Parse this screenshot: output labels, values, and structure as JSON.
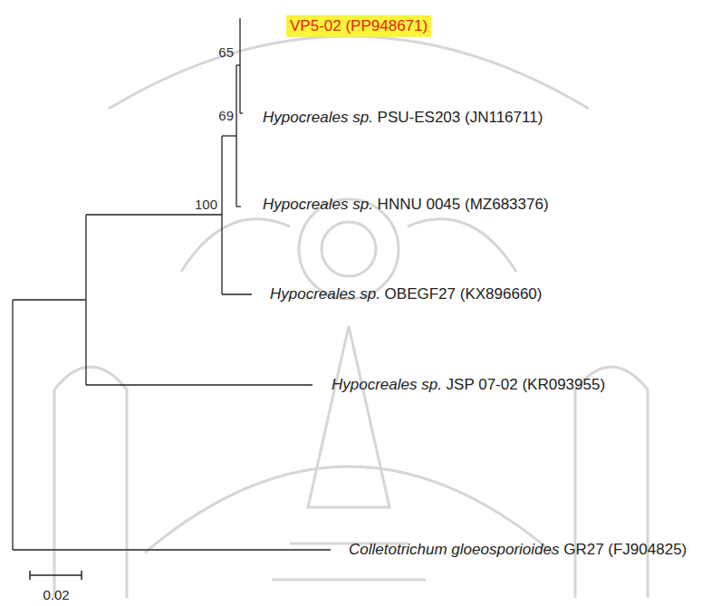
{
  "diagram": {
    "labels": [
      "VP5-02 (PP948671)",
      "65",
      "Hypocreales sp. PSU-ES203 (JN116711)",
      "69",
      "Hypocreales sp. HNNU 0045 (MZ683376)",
      "100",
      "Hypocreales sp. OBEGF27 (KX896660)",
      "Hypocreales sp. JSP 07-02 (KR093955)",
      "Colletotrichum gloeosporioides GR27 (FJ904825)",
      "0.02"
    ]
  }
}
